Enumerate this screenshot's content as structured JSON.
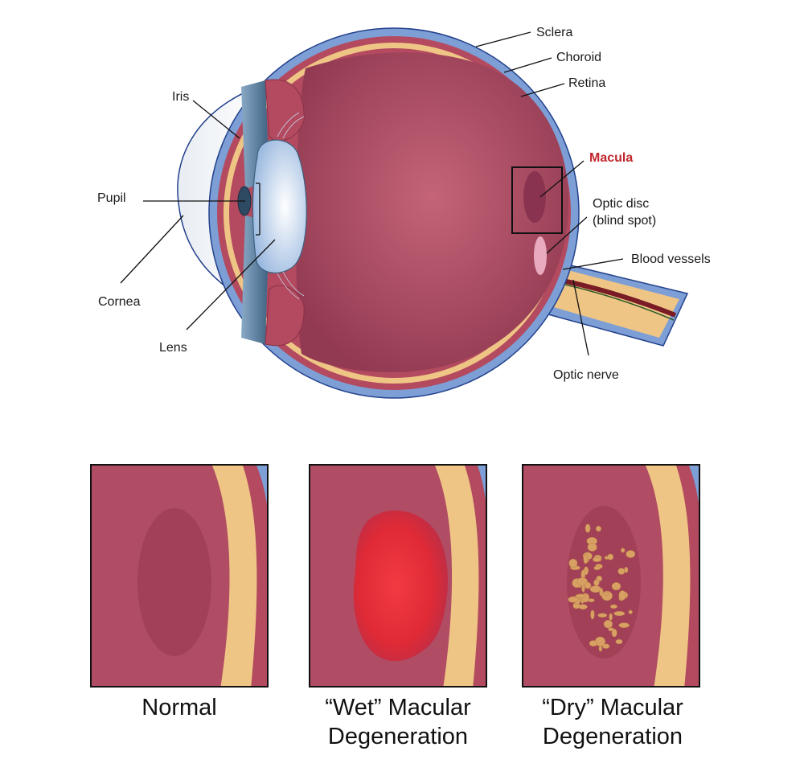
{
  "labels": {
    "sclera": "Sclera",
    "choroid": "Choroid",
    "retina": "Retina",
    "iris": "Iris",
    "macula": "Macula",
    "pupil": "Pupil",
    "optic_disc_1": "Optic disc",
    "optic_disc_2": "(blind spot)",
    "blood_vessels": "Blood vessels",
    "cornea": "Cornea",
    "lens": "Lens",
    "optic_nerve": "Optic nerve"
  },
  "panels": [
    {
      "line1": "Normal",
      "line2": ""
    },
    {
      "line1": "“Wet” Macular",
      "line2": "Degeneration"
    },
    {
      "line1": "“Dry” Macular",
      "line2": "Degeneration"
    }
  ],
  "colors": {
    "sclera": "#7d9fd6",
    "choroid": "#b34a5f",
    "retina": "#efc585",
    "vitreous": "#a6465e",
    "macula_highlight": "#c1272d",
    "wet_lesion": "#e8323a",
    "dry_deposits": "#d9a064"
  }
}
